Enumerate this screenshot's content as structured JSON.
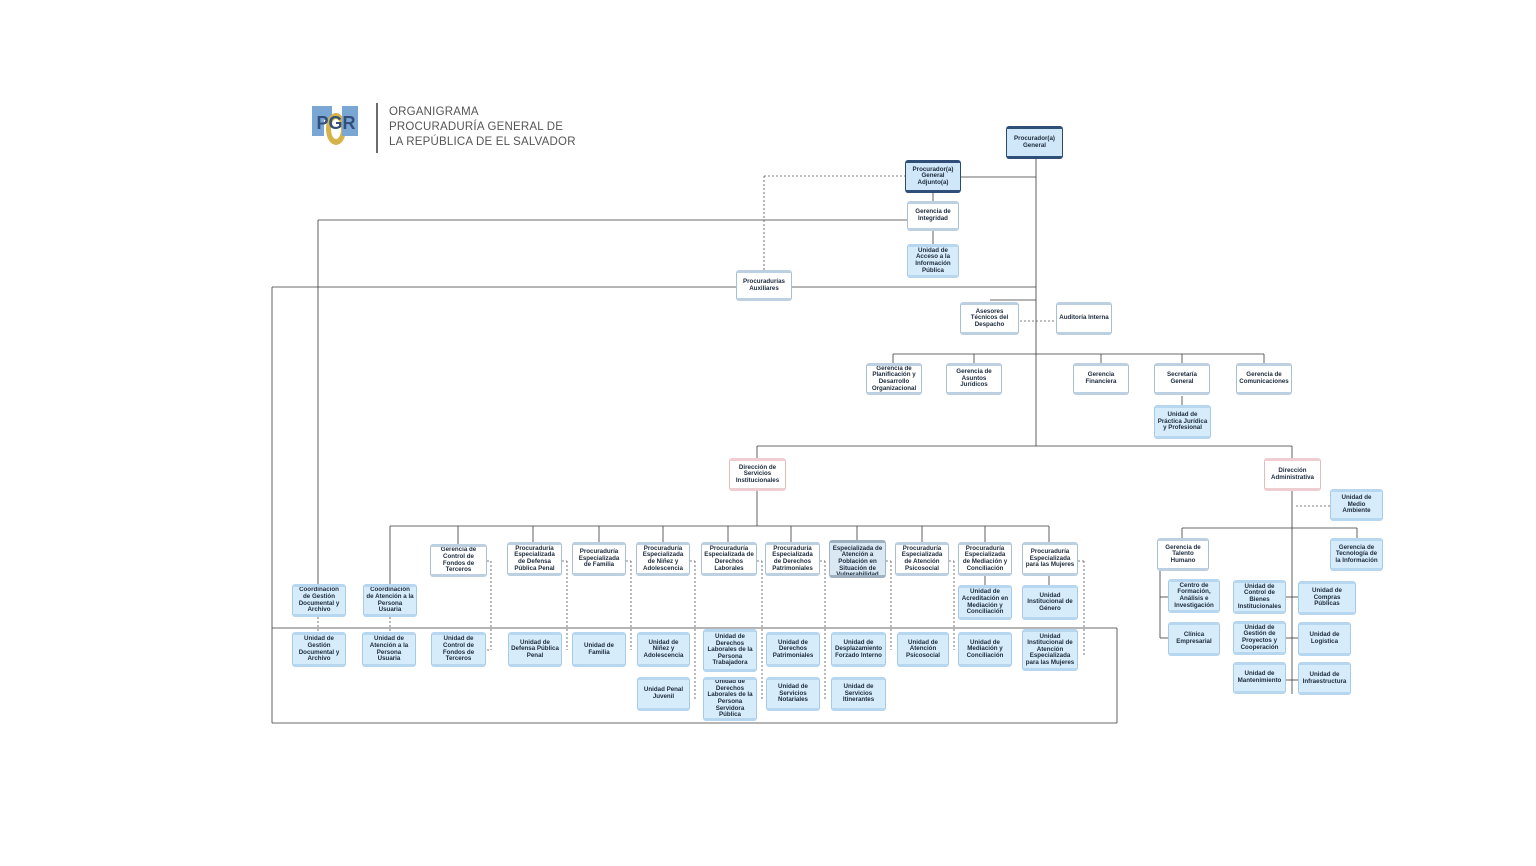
{
  "header": {
    "logo_text": "PGR",
    "title_lines": [
      "ORGANIGRAMA",
      "PROCURADURÍA GENERAL DE",
      "LA REPÚBLICA DE EL SALVADOR"
    ]
  },
  "units": {
    "procurador_general": "Procurador(a) General",
    "procurador_adjunto": "Procurador(a) General Adjunto(a)",
    "gerencia_integridad": "Gerencia de Integridad",
    "unidad_acceso_informacion": "Unidad de Acceso a la Información Pública",
    "procuradurias_auxiliares": "Procuradurías Auxiliares",
    "asesores_tecnicos": "Asesores Técnicos del Despacho",
    "auditoria_interna": "Auditoría Interna",
    "gerencia_planificacion": "Gerencia de Planificación y Desarrollo Organizacional",
    "gerencia_asuntos_juridicos": "Gerencia de Asuntos Jurídicos",
    "gerencia_financiera": "Gerencia Financiera",
    "secretaria_general": "Secretaría General",
    "gerencia_comunicaciones": "Gerencia de Comunicaciones",
    "unidad_practica_juridica": "Unidad de Práctica Jurídica y Profesional",
    "direccion_servicios": "Dirección de Servicios Institucionales",
    "direccion_administrativa": "Dirección Administrativa",
    "unidad_medio_ambiente": "Unidad de Medio Ambiente",
    "coord_gestion_documental": "Coordinación de Gestión Documental y Archivo",
    "coord_atencion_usuaria": "Coordinación de Atención a la Persona Usuaria",
    "gerencia_control_fondos": "Gerencia de Control de Fondos de Terceros",
    "proc_defensa_penal": "Procuraduría Especializada de Defensa Pública Penal",
    "proc_familia": "Procuraduría Especializada de Familia",
    "proc_ninez": "Procuraduría Especializada de Niñez y Adolescencia",
    "proc_laborales": "Procuraduría Especializada de Derechos Laborales",
    "proc_patrimoniales": "Procuraduría Especializada de Derechos Patrimoniales",
    "proc_vulnerabilidad": "Procuraduría Especializada de Atención a Población en Situación de Vulnerabilidad",
    "proc_psicosocial": "Procuraduría Especializada de Atención Psicosocial",
    "proc_mediacion": "Procuraduría Especializada de Mediación y Conciliación",
    "proc_mujeres": "Procuraduría Especializada para las Mujeres",
    "unidad_acreditacion": "Unidad de Acreditación en Mediación y Conciliación",
    "unidad_genero": "Unidad Institucional de Género",
    "unidad_gestion_documental": "Unidad de Gestión Documental y Archivo",
    "unidad_atencion_usuaria": "Unidad de Atención a la Persona Usuaria",
    "unidad_control_fondos": "Unidad de Control de Fondos de Terceros",
    "unidad_defensa_penal": "Unidad de Defensa Pública Penal",
    "unidad_familia": "Unidad de Familia",
    "unidad_ninez": "Unidad de Niñez y Adolescencia",
    "unidad_penal_juvenil": "Unidad Penal Juvenil",
    "unidad_laborales_trabajadora": "Unidad de Derechos Laborales de la Persona Trabajadora",
    "unidad_laborales_servidora": "Unidad de Derechos Laborales de la Persona Servidora Pública",
    "unidad_patrimoniales": "Unidad de Derechos Patrimoniales",
    "unidad_notariales": "Unidad de Servicios Notariales",
    "unidad_desplazamiento": "Unidad de Desplazamiento Forzado Interno",
    "unidad_itinerantes": "Unidad de Servicios Itinerantes",
    "unidad_psicosocial": "Unidad de Atención Psicosocial",
    "unidad_mediacion": "Unidad de Mediación y Conciliación",
    "unidad_atencion_mujeres": "Unidad Institucional de Atención Especializada para las Mujeres",
    "gerencia_talento": "Gerencia de Talento Humano",
    "gerencia_tecnologia": "Gerencia de Tecnología de la Información",
    "centro_formacion": "Centro de Formación, Análisis e Investigación",
    "clinica_empresarial": "Clínica Empresarial",
    "unidad_control_bienes": "Unidad de Control de Bienes Institucionales",
    "unidad_proyectos": "Unidad de Gestión de Proyectos y Cooperación",
    "unidad_mantenimiento": "Unidad de Mantenimiento",
    "unidad_compras": "Unidad de Compras Públicas",
    "unidad_logistica": "Unidad de Logística",
    "unidad_infraestructura": "Unidad de Infraestructura"
  }
}
